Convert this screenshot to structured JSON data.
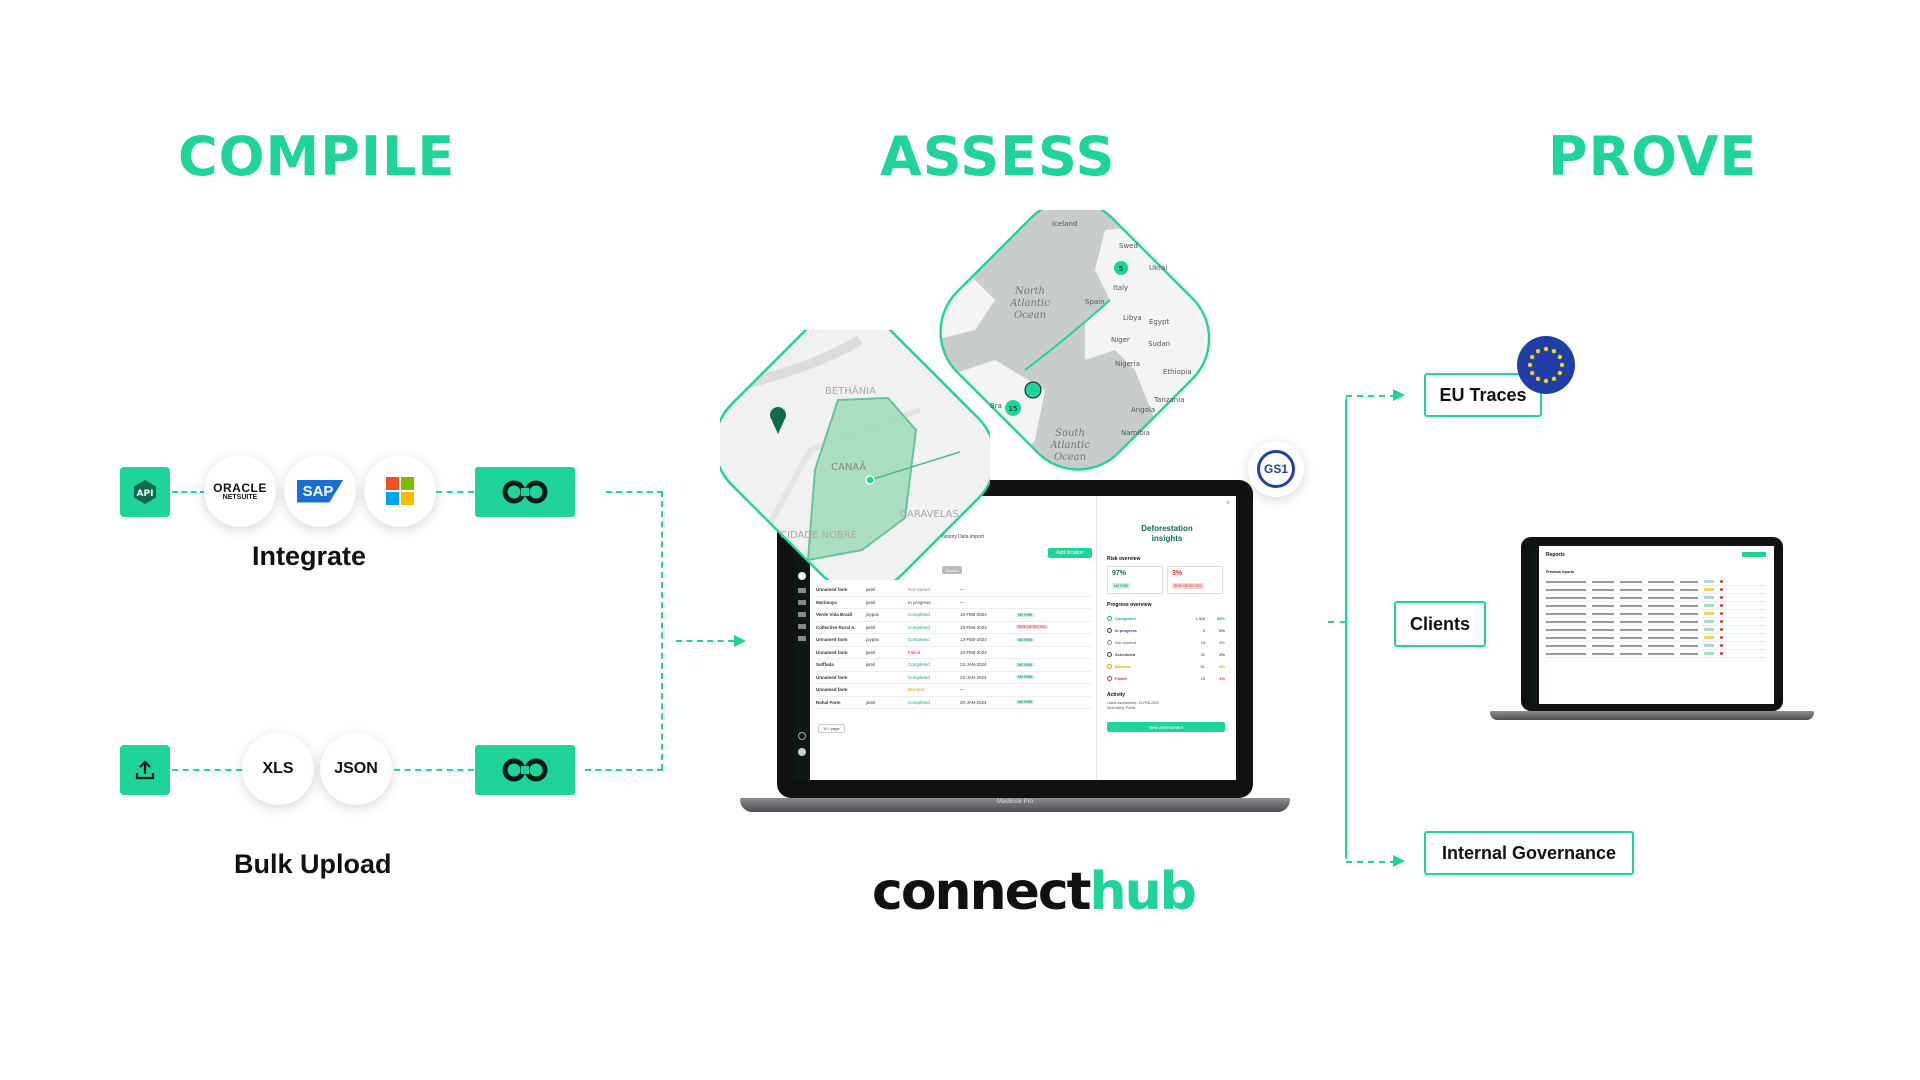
{
  "headings": {
    "compile": "COMPILE",
    "assess": "ASSESS",
    "prove": "PROVE"
  },
  "compile": {
    "integrate_label": "Integrate",
    "bulk_label": "Bulk Upload",
    "integrations": [
      {
        "name": "ORACLE",
        "sub": "NETSUITE"
      },
      {
        "name": "SAP"
      },
      {
        "name": "Microsoft"
      }
    ],
    "bulk_formats": [
      "XLS",
      "JSON"
    ]
  },
  "map": {
    "town_labels": [
      "BETHÂNIA",
      "CANAÃ",
      "CARAVELAS",
      "CIDADE NOBRE"
    ],
    "ocean_north": [
      "North",
      "Atlantic",
      "Ocean"
    ],
    "ocean_south": [
      "South",
      "Atlantic",
      "Ocean"
    ],
    "countries": [
      "Iceland",
      "Swed",
      "Ukrai",
      "Spain",
      "Italy",
      "Libya",
      "Egypt",
      "Niger",
      "Sudan",
      "Ethiopia",
      "Nigeria",
      "Tanzania",
      "Angola",
      "Namibia",
      "Bra"
    ],
    "cluster_counts": [
      "5",
      "15"
    ]
  },
  "gs1": "GS1",
  "laptop": {
    "panel_title_1": "Deforestation",
    "panel_title_2": "insights",
    "risk_overview": "Risk overview",
    "risk_pct_ok": "97%",
    "risk_pct_bad": "3%",
    "risk_ok": "NO RISK",
    "risk_bad": "RISK DETECTED",
    "progress_overview": "Progress overview",
    "progress": [
      {
        "label": "Completed",
        "count": "1,305",
        "pct": "88%"
      },
      {
        "label": "In progress",
        "count": "3",
        "pct": "0%"
      },
      {
        "label": "Not started",
        "count": "74",
        "pct": "5%"
      },
      {
        "label": "Scheduled",
        "count": "31",
        "pct": "2%"
      },
      {
        "label": "Blocked",
        "count": "51",
        "pct": "4%"
      },
      {
        "label": "Failed",
        "count": "15",
        "pct": "1%"
      }
    ],
    "activity": "Activity",
    "activity_line_1": "Latest assessment: 13-FEB-2025",
    "activity_line_2": "Next rating: Public",
    "new_assessment": "New assessment",
    "tabs": [
      "Location history",
      "Data import"
    ],
    "add_location": "Add location",
    "search_btn": "Search",
    "table_rows": [
      {
        "name": "Unnamed farm",
        "by": "jamil",
        "status": "Not started",
        "date": "—",
        "badge": ""
      },
      {
        "name": "Marimaya",
        "by": "jamil",
        "status": "In progress",
        "date": "—",
        "badge": ""
      },
      {
        "name": "Verde Vida Brazil",
        "by": "joypax",
        "status": "Completed",
        "date": "15-FEB-2024",
        "badge": "NO RISK"
      },
      {
        "name": "Collective Rural A.",
        "by": "jamil",
        "status": "Completed",
        "date": "15-FEB-2024",
        "badge": "RISK DETECTED"
      },
      {
        "name": "Unnamed farm",
        "by": "joypax",
        "status": "Completed",
        "date": "13-FEB-2024",
        "badge": "NO RISK"
      },
      {
        "name": "Unnamed farm",
        "by": "jamil",
        "status": "Failed",
        "date": "10-FEB-2024",
        "badge": ""
      },
      {
        "name": "Safffada",
        "by": "jamil",
        "status": "Completed",
        "date": "22-JAN-2024",
        "badge": "NO RISK"
      },
      {
        "name": "Unnamed farm",
        "by": "",
        "status": "Completed",
        "date": "22-JAN-2024",
        "badge": "NO RISK"
      },
      {
        "name": "Unnamed farm",
        "by": "",
        "status": "Blocked",
        "date": "—",
        "badge": ""
      },
      {
        "name": "Rahal Farm",
        "by": "jamil",
        "status": "Completed",
        "date": "20-JAN-2024",
        "badge": "NO RISK"
      }
    ],
    "per_page": "10 / page",
    "model": "MacBook Pro"
  },
  "brand": {
    "part1": "connect",
    "part2": "hub"
  },
  "prove": {
    "boxes": [
      "EU Traces",
      "Clients",
      "Internal Governance"
    ],
    "reports_title": "Reports",
    "reports_sub": "Previous reports"
  },
  "colors": {
    "accent": "#1ed49a",
    "eu_blue": "#1f3fa6",
    "eu_star": "#f7d21c"
  }
}
